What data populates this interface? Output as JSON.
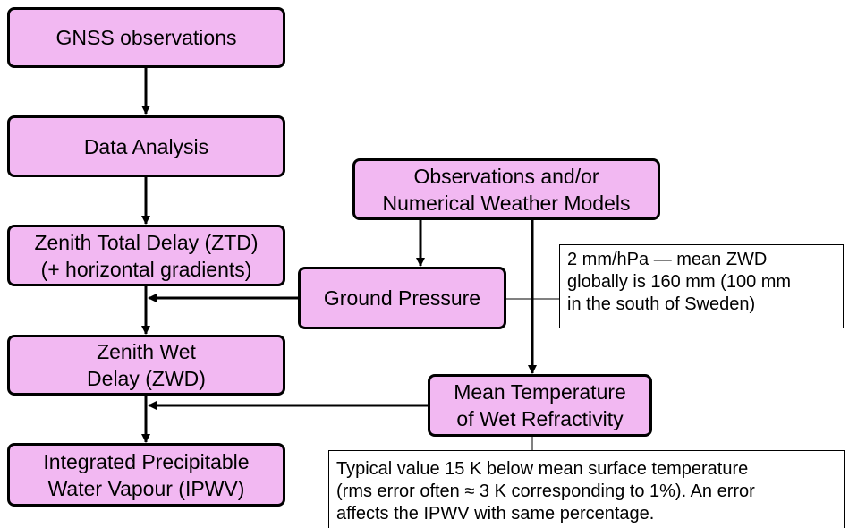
{
  "nodes": {
    "gnss": [
      "GNSS observations"
    ],
    "data_analysis": [
      "Data Analysis"
    ],
    "ztd": [
      "Zenith Total Delay (ZTD)",
      "(+ horizontal gradients)"
    ],
    "zwd": [
      "Zenith Wet",
      "Delay (ZWD)"
    ],
    "ipwv": [
      "Integrated Precipitable",
      "Water Vapour (IPWV)"
    ],
    "obs_nwm": [
      "Observations and/or",
      "Numerical Weather Models"
    ],
    "ground_pressure": [
      "Ground Pressure"
    ],
    "mean_temp": [
      "Mean Temperature",
      "of Wet Refractivity"
    ]
  },
  "notes": {
    "pressure_note": [
      "2 mm/hPa — mean ZWD",
      "globally is 160 mm (100 mm",
      "in the south of Sweden)"
    ],
    "temp_note": [
      "Typical value 15 K below mean surface temperature",
      "(rms error often ≈ 3 K corresponding to 1%). An error",
      "affects the IPWV with same percentage."
    ]
  },
  "edges": [
    {
      "from": "gnss",
      "to": "data_analysis"
    },
    {
      "from": "data_analysis",
      "to": "ztd"
    },
    {
      "from": "ztd",
      "to": "zwd"
    },
    {
      "from": "ground_pressure",
      "to": "ztd-zwd-link"
    },
    {
      "from": "zwd",
      "to": "ipwv"
    },
    {
      "from": "mean_temp",
      "to": "zwd-ipwv-link"
    },
    {
      "from": "obs_nwm",
      "to": "ground_pressure"
    },
    {
      "from": "obs_nwm",
      "to": "mean_temp"
    }
  ],
  "colors": {
    "node_fill": "#f2b8f2",
    "border": "#000000"
  }
}
